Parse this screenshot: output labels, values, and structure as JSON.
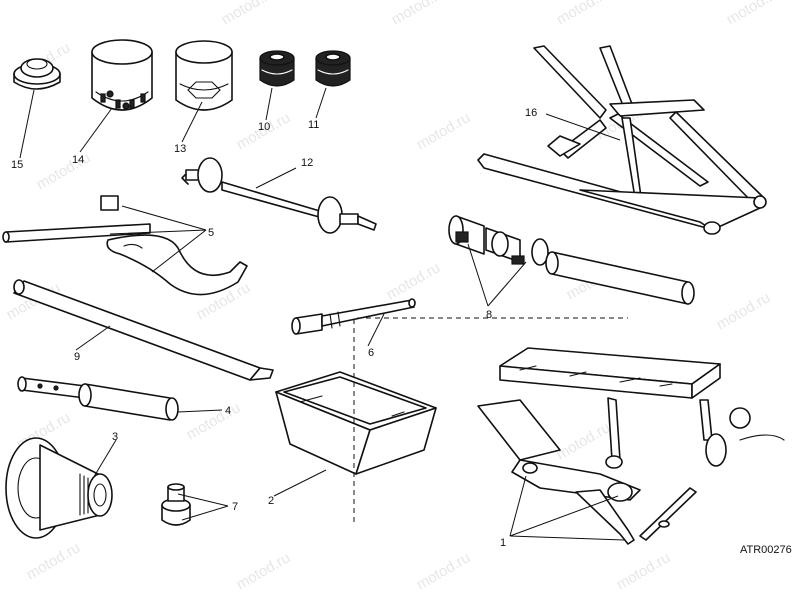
{
  "diagram": {
    "watermark": "motod.ru",
    "drawing_code": "ATR00276",
    "callouts": [
      {
        "id": "15",
        "label": "15"
      },
      {
        "id": "14",
        "label": "14"
      },
      {
        "id": "13",
        "label": "13"
      },
      {
        "id": "10",
        "label": "10"
      },
      {
        "id": "11",
        "label": "11"
      },
      {
        "id": "12",
        "label": "12"
      },
      {
        "id": "16",
        "label": "16"
      },
      {
        "id": "5",
        "label": "5"
      },
      {
        "id": "8",
        "label": "8"
      },
      {
        "id": "9",
        "label": "9"
      },
      {
        "id": "6",
        "label": "6"
      },
      {
        "id": "4",
        "label": "4"
      },
      {
        "id": "3",
        "label": "3"
      },
      {
        "id": "2",
        "label": "2"
      },
      {
        "id": "7",
        "label": "7"
      },
      {
        "id": "1",
        "label": "1"
      }
    ]
  }
}
